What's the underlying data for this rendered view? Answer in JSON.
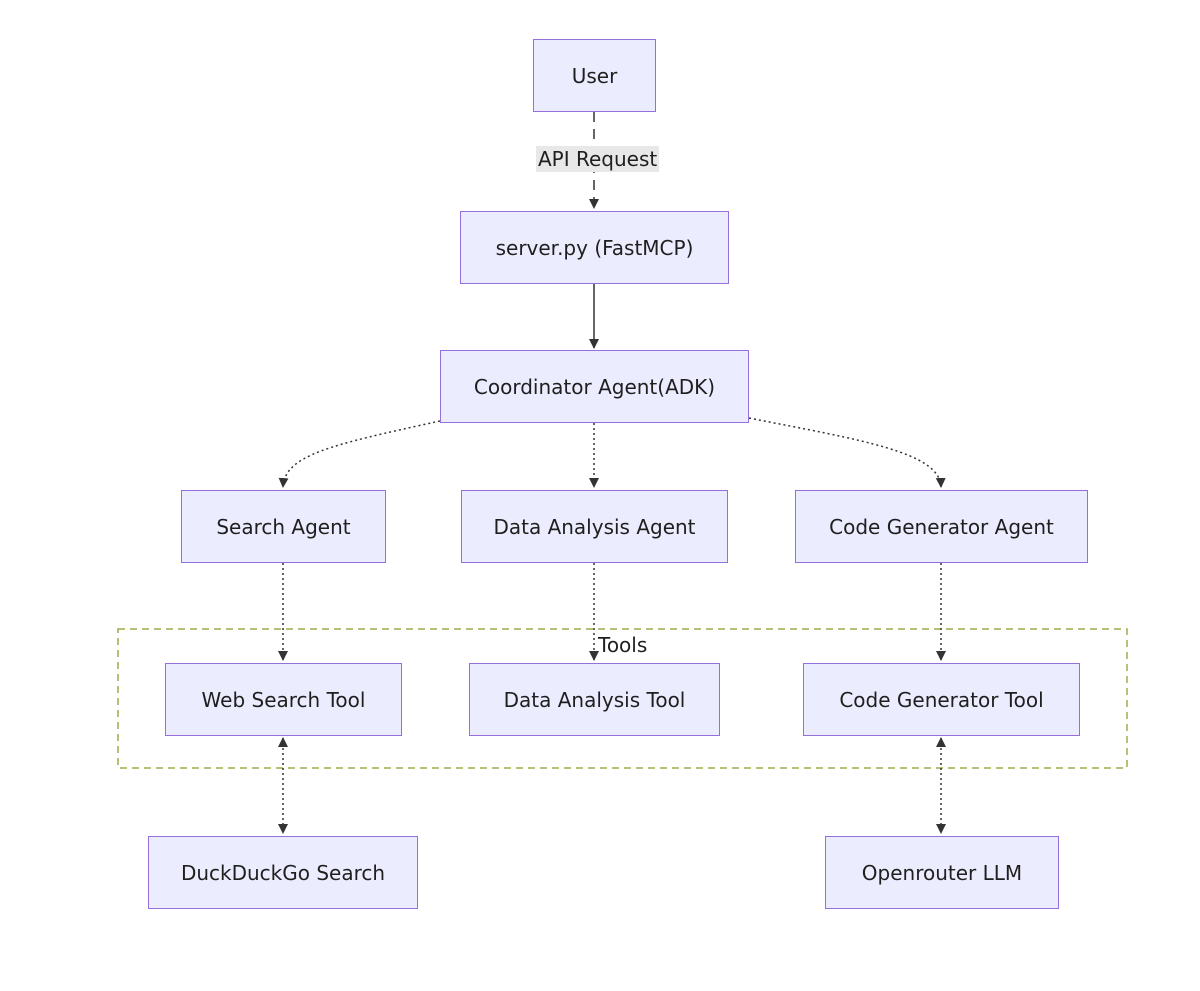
{
  "nodes": {
    "user": "User",
    "server": "server.py (FastMCP)",
    "coordinator": "Coordinator Agent(ADK)",
    "search_agent": "Search Agent",
    "data_agent": "Data Analysis Agent",
    "code_agent": "Code Generator Agent",
    "web_tool": "Web Search Tool",
    "data_tool": "Data Analysis Tool",
    "code_tool": "Code Generator Tool",
    "duckduckgo": "DuckDuckGo Search",
    "openrouter": "Openrouter LLM"
  },
  "edges": {
    "api_request": "API Request"
  },
  "groups": {
    "tools": "Tools"
  },
  "colors": {
    "node_fill": "#ececff",
    "node_border": "#9370db",
    "group_border": "#9aad4a",
    "edge": "#333333"
  }
}
